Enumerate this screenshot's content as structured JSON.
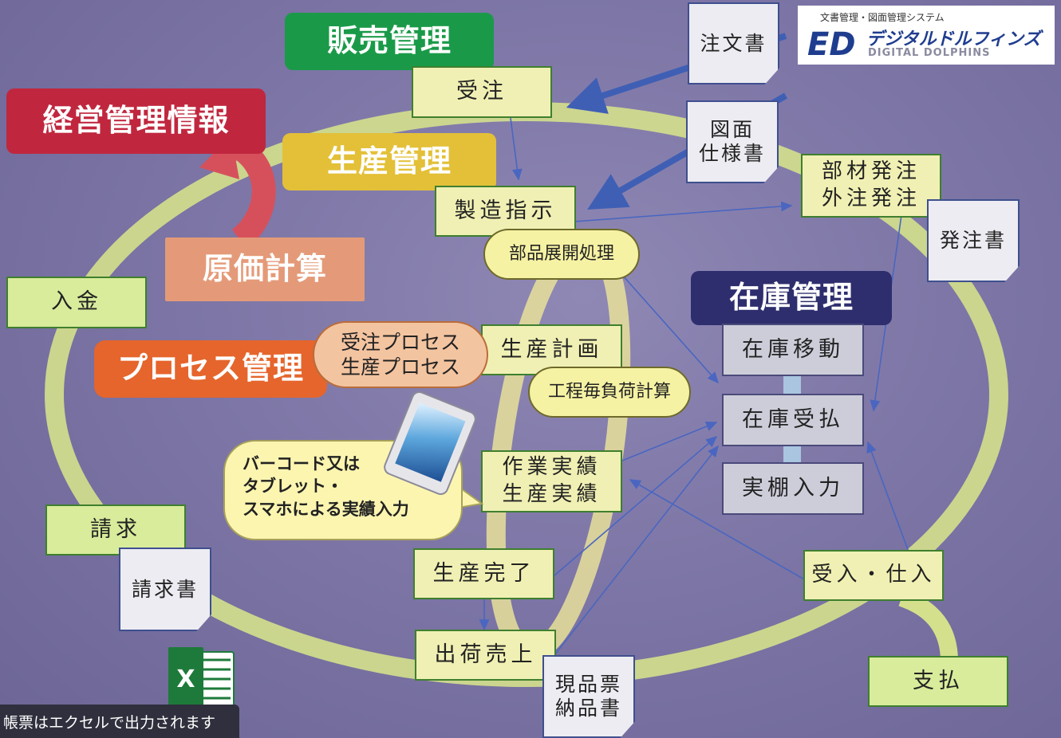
{
  "headers": {
    "sales": "販売管理",
    "management": "経営管理情報",
    "production": "生産管理",
    "cost": "原価計算",
    "inventory": "在庫管理",
    "process": "プロセス管理"
  },
  "boxes": {
    "receive_order": "受注",
    "manufacturing_instruction": "製造指示",
    "parts_expansion": "部品展開処理",
    "materials_order": "部材発注\n外注発注",
    "payment_in": "入金",
    "production_plan": "生産計画",
    "load_calc": "工程毎負荷計算",
    "work_results": "作業実績\n生産実績",
    "production_complete": "生産完了",
    "shipping_sales": "出荷売上",
    "billing": "請求",
    "receiving": "受入・仕入",
    "payment_out": "支払"
  },
  "inventory": {
    "move": "在庫移動",
    "in_out": "在庫受払",
    "stocktake": "実棚入力"
  },
  "process_bubble": "受注プロセス\n生産プロセス",
  "documents": {
    "order_form": "注文書",
    "drawings": "図面\n仕様書",
    "purchase_order": "発注書",
    "invoice": "請求書",
    "delivery": "現品票\n納品書"
  },
  "callout": "バーコード又は\nタブレット・\nスマホによる実績入力",
  "excel_note": "帳票はエクセルで出力されます",
  "logo": {
    "subtitle": "文書管理・図面管理システム",
    "mark": "ED",
    "name": "デジタルドルフィンズ",
    "english": "DIGITAL DOLPHINS"
  },
  "colors": {
    "sales": "#1a9a48",
    "management": "#c0273e",
    "production": "#e3c038",
    "cost": "#e49a78",
    "inventory": "#2e2e6e",
    "process": "#e5652c"
  }
}
